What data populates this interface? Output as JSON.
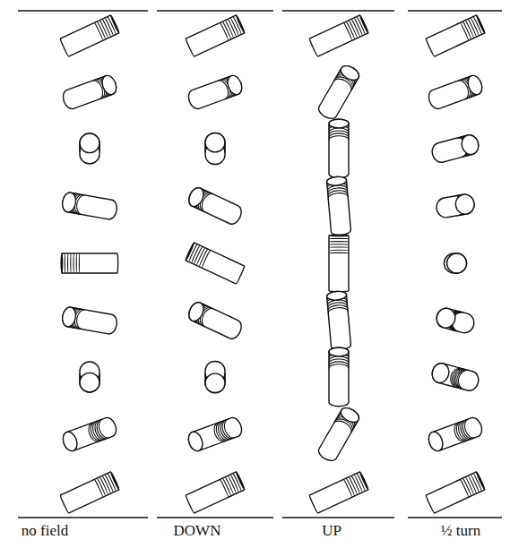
{
  "diagram": {
    "labels": [
      "no field",
      "DOWN",
      "UP",
      "½ turn"
    ]
  }
}
